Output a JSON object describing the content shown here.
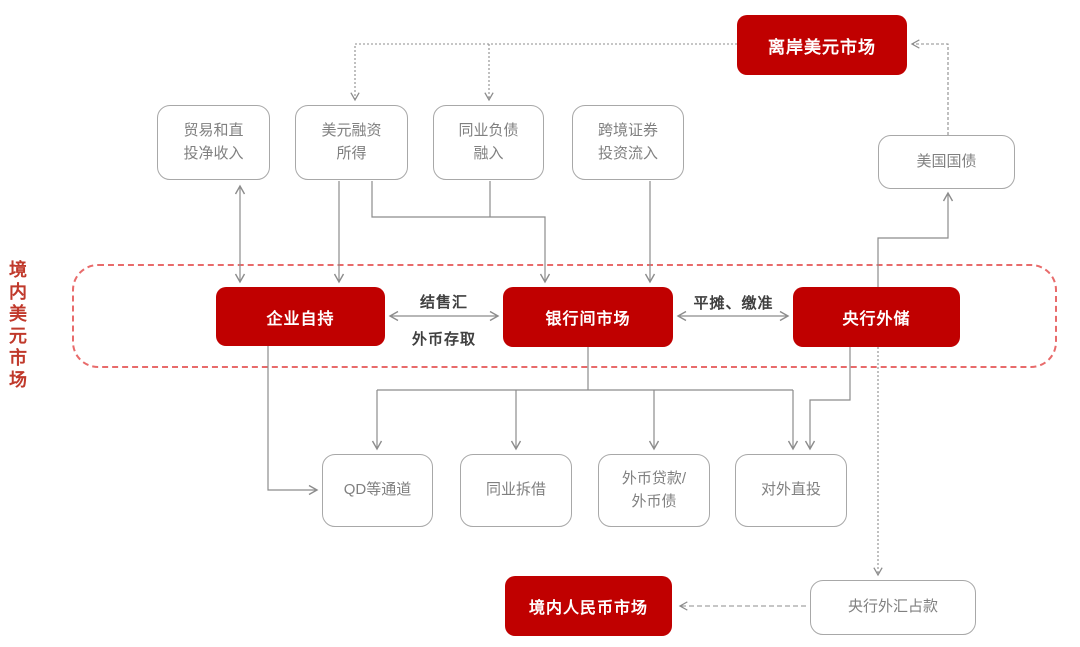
{
  "side_label": "境内美元市场",
  "colors": {
    "node_red": "#C00000",
    "dashed_region_red": "#E86B6B",
    "gray_border": "#A8A8A8",
    "gray_text": "#808080",
    "connector_gray": "#8C8C8C",
    "side_label_red": "#C0392B"
  },
  "nodes": {
    "offshore_usd_market": {
      "label": "离岸美元市场"
    },
    "trade_income": {
      "line1": "贸易和直",
      "line2": "投净收入"
    },
    "usd_financing": {
      "line1": "美元融资",
      "line2": "所得"
    },
    "interbank_liabilities": {
      "line1": "同业负债",
      "line2": "融入"
    },
    "cross_border_securities": {
      "line1": "跨境证券",
      "line2": "投资流入"
    },
    "us_treasury": {
      "label": "美国国债"
    },
    "corporate_holdings": {
      "label": "企业自持"
    },
    "interbank_market": {
      "label": "银行间市场"
    },
    "cb_reserves": {
      "label": "央行外储"
    },
    "qd_channels": {
      "label": "QD等通道"
    },
    "interbank_lending": {
      "label": "同业拆借"
    },
    "fx_loans": {
      "line1": "外币贷款/",
      "line2": "外币债"
    },
    "outbound_direct_investment": {
      "label": "对外直投"
    },
    "domestic_rmb_market": {
      "label": "境内人民币市场"
    },
    "cb_fx_position": {
      "label": "央行外汇占款"
    }
  },
  "edge_labels": {
    "settlement_sale_purchase": "结售汇",
    "fx_deposit_withdrawal": "外币存取",
    "squaring_reserve": "平摊、缴准"
  }
}
